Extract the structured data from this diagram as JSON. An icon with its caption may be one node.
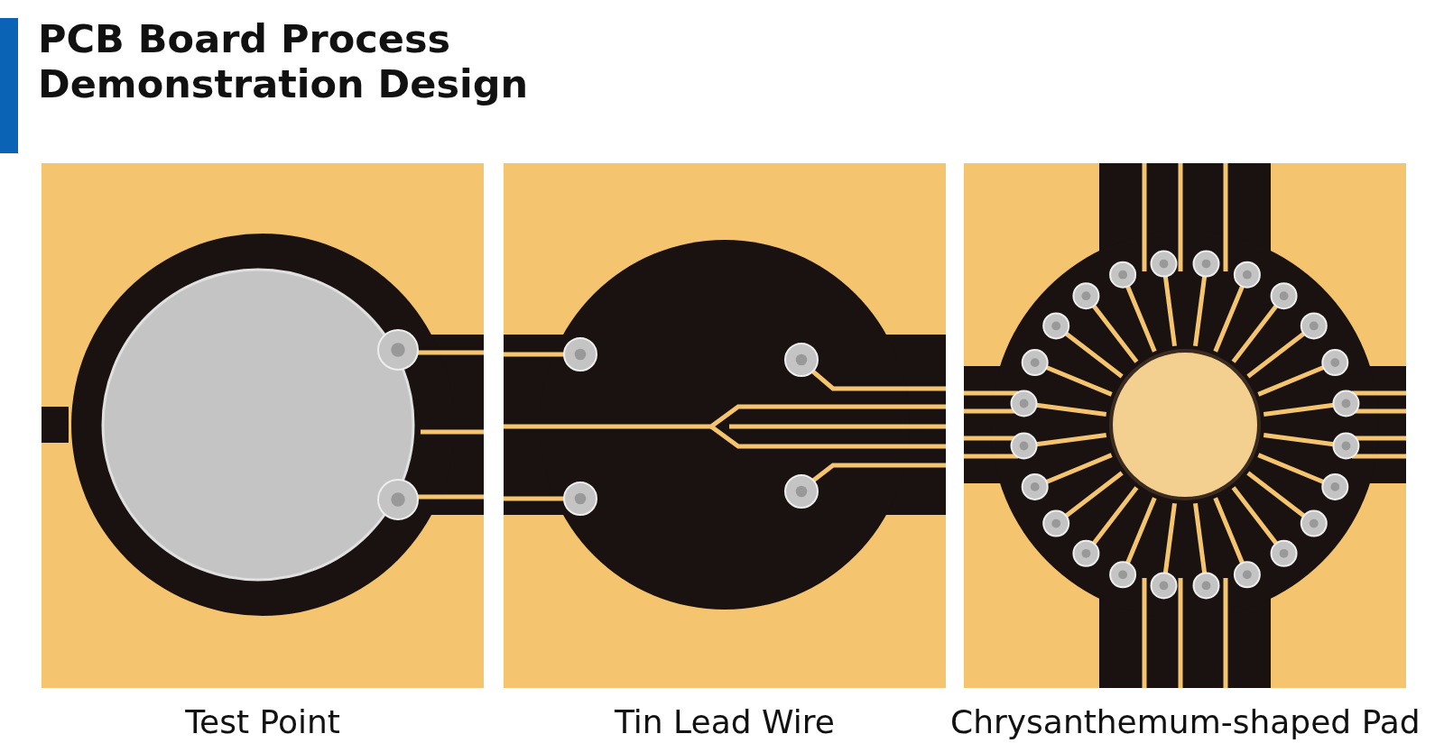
{
  "diagram": {
    "title": "PCB Board Process Demonstration Design",
    "labels": [
      "Test Point",
      "Tin Lead Wire",
      "Chrysanthemum-shaped Pad"
    ]
  }
}
